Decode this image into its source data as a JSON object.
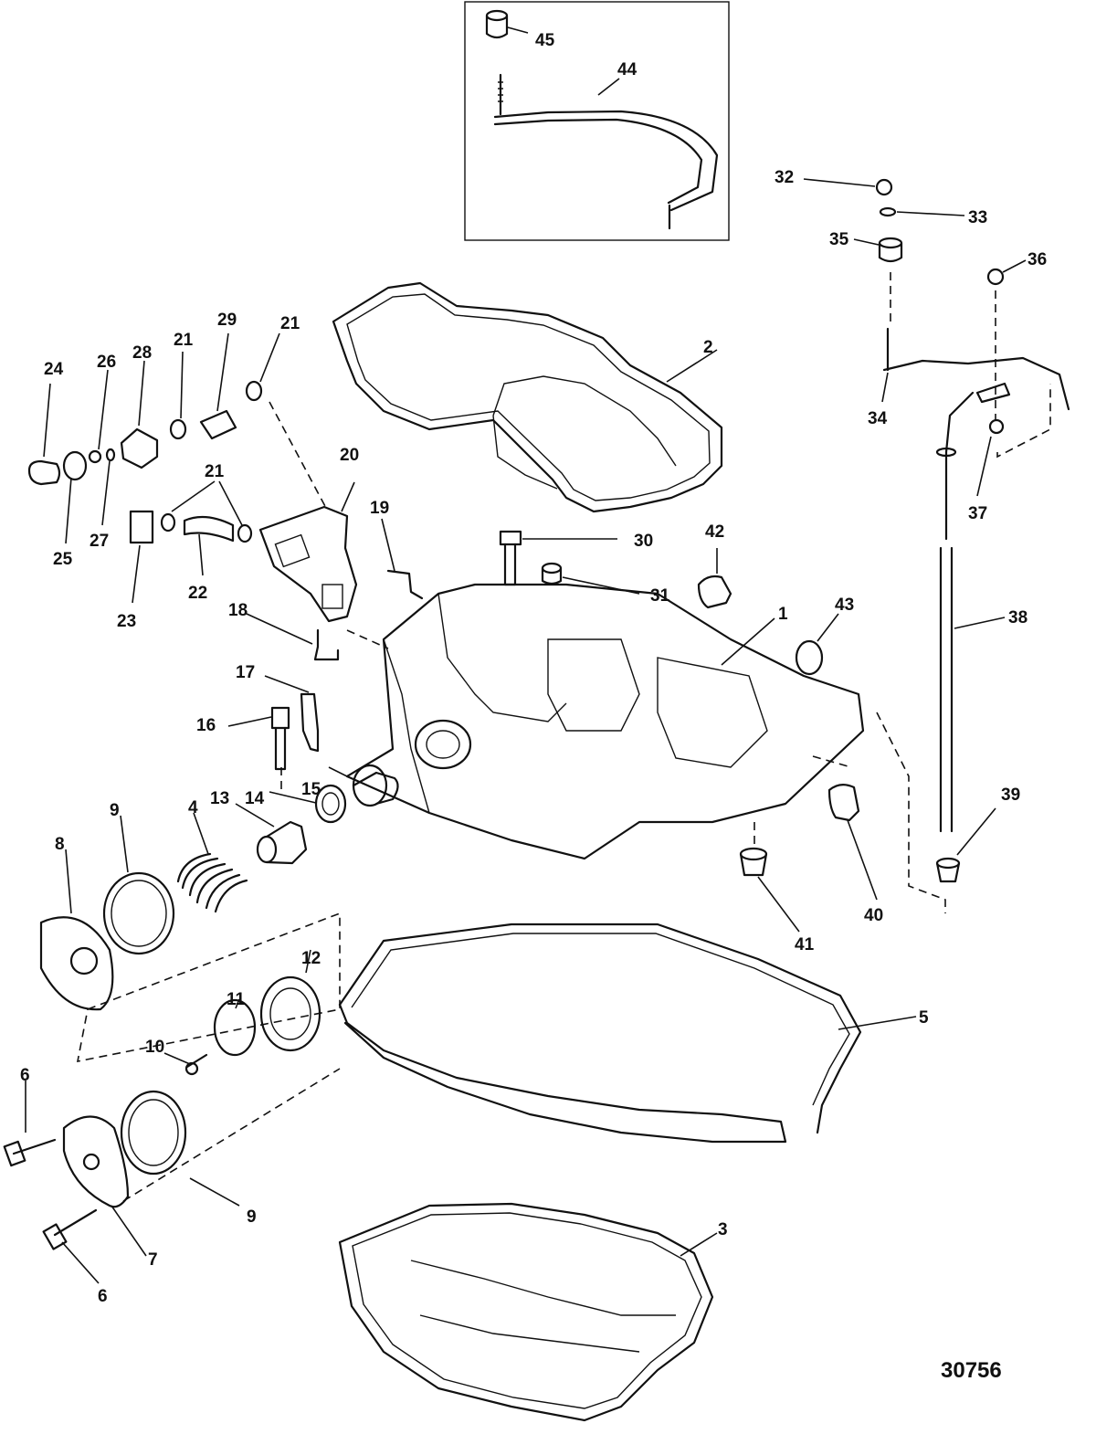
{
  "figure_number": "30756",
  "callouts": [
    "1",
    "2",
    "3",
    "4",
    "5",
    "6",
    "7",
    "8",
    "9",
    "10",
    "11",
    "12",
    "13",
    "14",
    "15",
    "16",
    "17",
    "18",
    "19",
    "20",
    "21",
    "22",
    "23",
    "24",
    "25",
    "26",
    "27",
    "28",
    "29",
    "30",
    "31",
    "32",
    "33",
    "34",
    "35",
    "36",
    "37",
    "38",
    "39",
    "40",
    "41",
    "42",
    "43",
    "44",
    "45"
  ]
}
